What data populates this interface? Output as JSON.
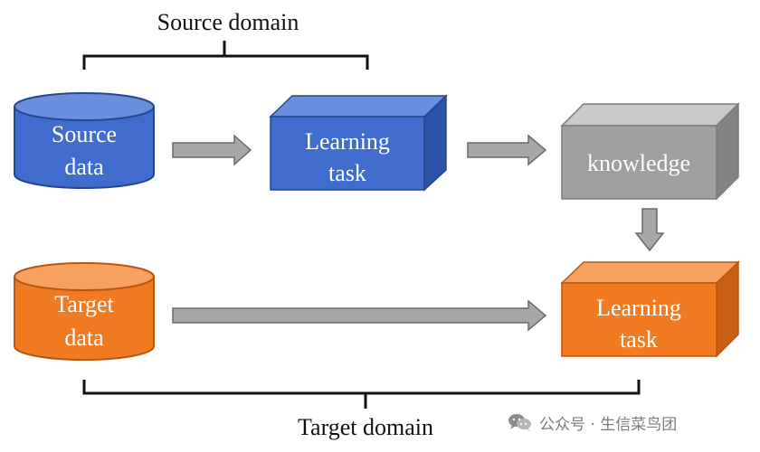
{
  "labels": {
    "source_domain": "Source domain",
    "target_domain": "Target domain",
    "source_data": [
      "Source",
      "data"
    ],
    "learning_task_top": [
      "Learning",
      "task"
    ],
    "knowledge": "knowledge",
    "target_data": [
      "Target",
      "data"
    ],
    "learning_task_bottom": [
      "Learning",
      "task"
    ]
  },
  "watermark": {
    "text": "公众号 · 生信菜鸟团"
  },
  "colors": {
    "blue": "#3f6ccd",
    "blue_top": "#6b8fdf",
    "blue_side": "#2c53a8",
    "gray": "#9f9f9f",
    "gray_top": "#c9c9c9",
    "gray_side": "#838383",
    "orange": "#f07b22",
    "orange_top": "#f6a15f",
    "orange_side": "#c95e14",
    "arrow_fill": "#a7a7a7",
    "arrow_stroke": "#6a6a6a"
  },
  "icons": {
    "watermark": "wechat-chat-icon"
  }
}
